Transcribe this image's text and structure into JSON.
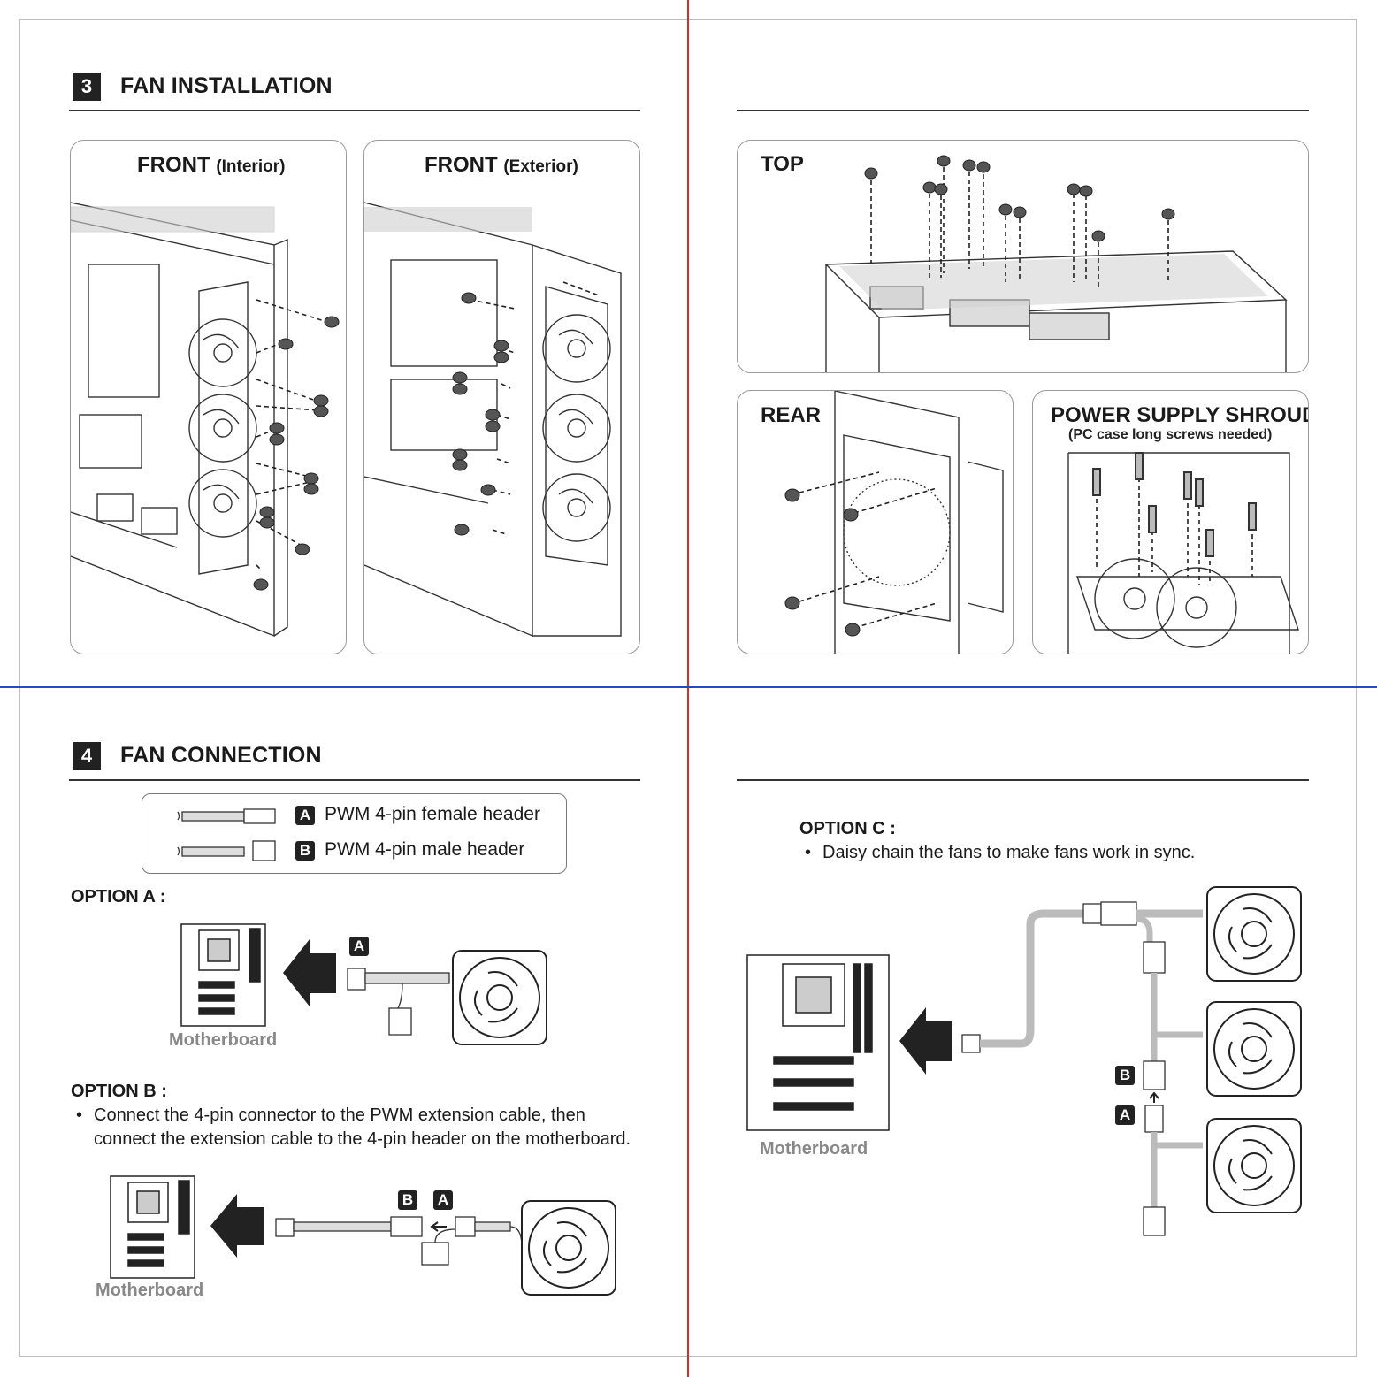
{
  "section3": {
    "number": "3",
    "title": "FAN INSTALLATION",
    "panels": {
      "front_interior": {
        "label": "FRONT",
        "sub": "(Interior)"
      },
      "front_exterior": {
        "label": "FRONT",
        "sub": "(Exterior)"
      },
      "top": {
        "label": "TOP"
      },
      "rear": {
        "label": "REAR"
      },
      "psu_shroud": {
        "label": "POWER SUPPLY SHROUD",
        "note": "(PC case long screws needed)"
      }
    }
  },
  "section4": {
    "number": "4",
    "title": "FAN CONNECTION",
    "legend": [
      {
        "badge": "A",
        "text": "PWM 4-pin female header"
      },
      {
        "badge": "B",
        "text": "PWM 4-pin male header"
      }
    ],
    "option_a": {
      "title": "OPTION A :",
      "badge": "A",
      "motherboard": "Motherboard"
    },
    "option_b": {
      "title": "OPTION B :",
      "line1": "Connect the 4-pin connector to the PWM extension cable, then",
      "line2": "connect the extension cable to the 4-pin header on the motherboard.",
      "badge_b": "B",
      "badge_a": "A",
      "motherboard": "Motherboard"
    },
    "option_c": {
      "title": "OPTION C :",
      "bullet": "Daisy chain the fans to make fans work in sync.",
      "badge_b": "B",
      "badge_a": "A",
      "motherboard": "Motherboard"
    }
  }
}
